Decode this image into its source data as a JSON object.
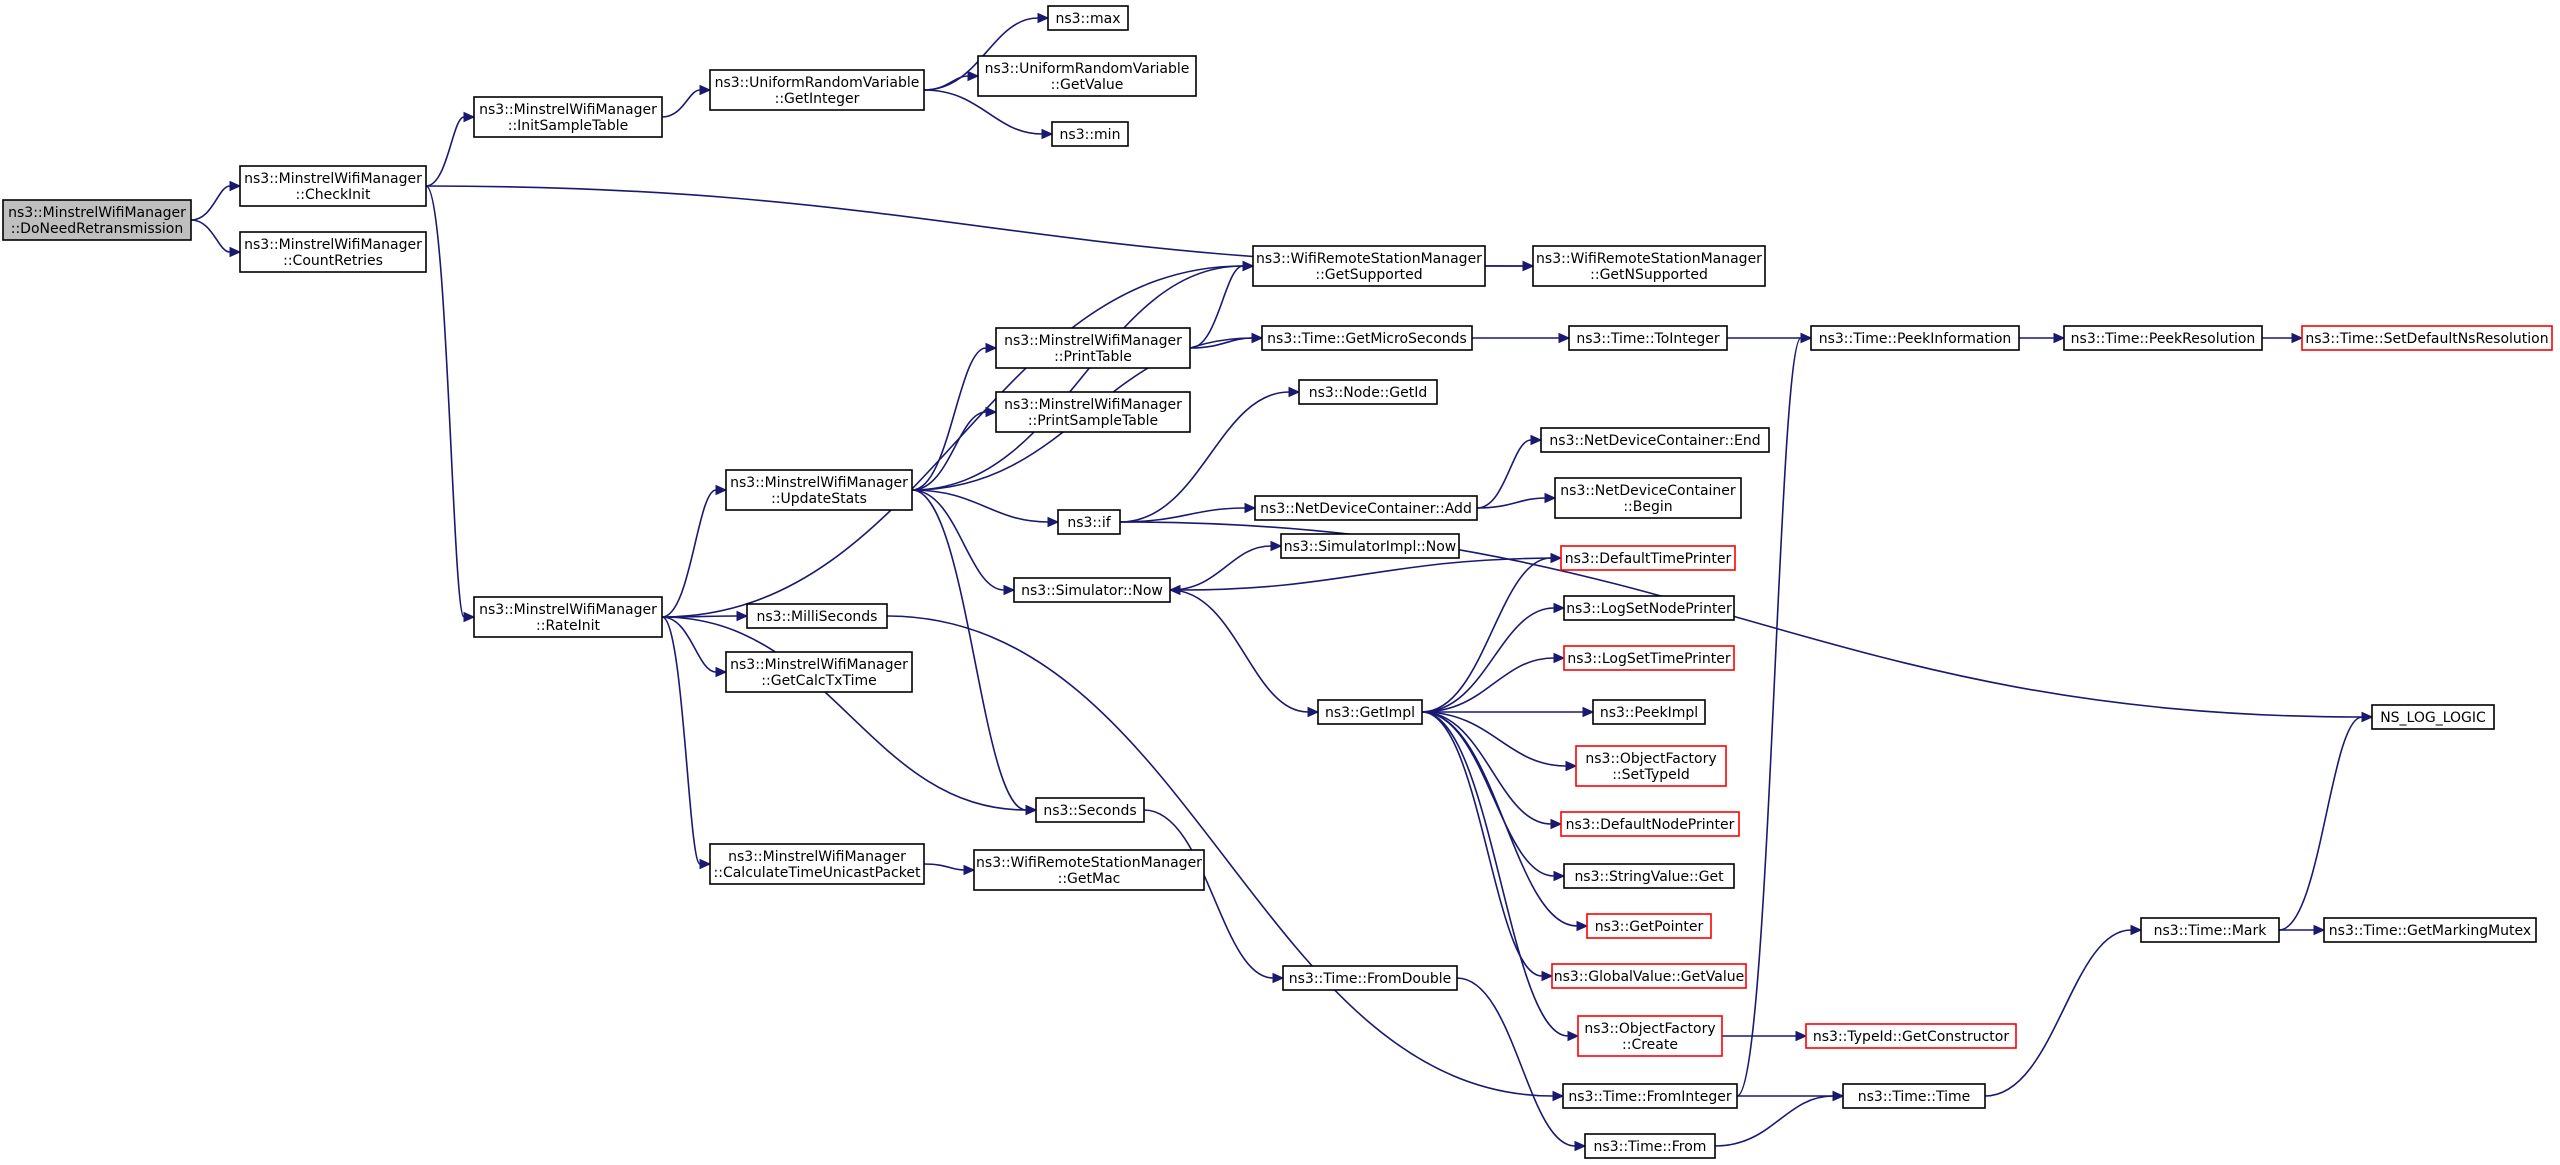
{
  "colors": {
    "edge": "#191970",
    "truncated_border": "#ff0000",
    "root_fill": "#bfbfbf"
  },
  "nodes": [
    {
      "id": "doneed",
      "lines": [
        "ns3::MinstrelWifiManager",
        "::DoNeedRetransmission"
      ],
      "root": true,
      "interactable": true
    },
    {
      "id": "checkinit",
      "lines": [
        "ns3::MinstrelWifiManager",
        "::CheckInit"
      ]
    },
    {
      "id": "countretries",
      "lines": [
        "ns3::MinstrelWifiManager",
        "::CountRetries"
      ]
    },
    {
      "id": "initsample",
      "lines": [
        "ns3::MinstrelWifiManager",
        "::InitSampleTable"
      ]
    },
    {
      "id": "getinteger",
      "lines": [
        "ns3::UniformRandomVariable",
        "::GetInteger"
      ]
    },
    {
      "id": "max",
      "lines": [
        "ns3::max"
      ]
    },
    {
      "id": "getvalue_u",
      "lines": [
        "ns3::UniformRandomVariable",
        "::GetValue"
      ]
    },
    {
      "id": "min",
      "lines": [
        "ns3::min"
      ]
    },
    {
      "id": "getsupported",
      "lines": [
        "ns3::WifiRemoteStationManager",
        "::GetSupported"
      ]
    },
    {
      "id": "getnsupported",
      "lines": [
        "ns3::WifiRemoteStationManager",
        "::GetNSupported"
      ]
    },
    {
      "id": "printtable",
      "lines": [
        "ns3::MinstrelWifiManager",
        "::PrintTable"
      ]
    },
    {
      "id": "getmicro",
      "lines": [
        "ns3::Time::GetMicroSeconds"
      ]
    },
    {
      "id": "tointeger",
      "lines": [
        "ns3::Time::ToInteger"
      ]
    },
    {
      "id": "peekinfo",
      "lines": [
        "ns3::Time::PeekInformation"
      ]
    },
    {
      "id": "peekres",
      "lines": [
        "ns3::Time::PeekResolution"
      ]
    },
    {
      "id": "setdefault",
      "lines": [
        "ns3::Time::SetDefaultNsResolution"
      ],
      "truncated": true
    },
    {
      "id": "printsample",
      "lines": [
        "ns3::MinstrelWifiManager",
        "::PrintSampleTable"
      ]
    },
    {
      "id": "nodegetid",
      "lines": [
        "ns3::Node::GetId"
      ]
    },
    {
      "id": "ndcend",
      "lines": [
        "ns3::NetDeviceContainer::End"
      ]
    },
    {
      "id": "updatestats",
      "lines": [
        "ns3::MinstrelWifiManager",
        "::UpdateStats"
      ]
    },
    {
      "id": "if",
      "lines": [
        "ns3::if"
      ]
    },
    {
      "id": "ndcadd",
      "lines": [
        "ns3::NetDeviceContainer::Add"
      ]
    },
    {
      "id": "ndcbegin",
      "lines": [
        "ns3::NetDeviceContainer",
        "::Begin"
      ]
    },
    {
      "id": "simimplnow",
      "lines": [
        "ns3::SimulatorImpl::Now"
      ]
    },
    {
      "id": "simnow",
      "lines": [
        "ns3::Simulator::Now"
      ]
    },
    {
      "id": "deftimeprinter",
      "lines": [
        "ns3::DefaultTimePrinter"
      ],
      "truncated": true
    },
    {
      "id": "rateinit",
      "lines": [
        "ns3::MinstrelWifiManager",
        "::RateInit"
      ]
    },
    {
      "id": "milli",
      "lines": [
        "ns3::MilliSeconds"
      ]
    },
    {
      "id": "lognode",
      "lines": [
        "ns3::LogSetNodePrinter"
      ]
    },
    {
      "id": "getcalctx",
      "lines": [
        "ns3::MinstrelWifiManager",
        "::GetCalcTxTime"
      ]
    },
    {
      "id": "logtime",
      "lines": [
        "ns3::LogSetTimePrinter"
      ],
      "truncated": true
    },
    {
      "id": "getimpl",
      "lines": [
        "ns3::GetImpl"
      ]
    },
    {
      "id": "peekimpl",
      "lines": [
        "ns3::PeekImpl"
      ]
    },
    {
      "id": "nslog",
      "lines": [
        "NS_LOG_LOGIC"
      ]
    },
    {
      "id": "ofsettype",
      "lines": [
        "ns3::ObjectFactory",
        "::SetTypeId"
      ],
      "truncated": true
    },
    {
      "id": "seconds",
      "lines": [
        "ns3::Seconds"
      ]
    },
    {
      "id": "defnodeprinter",
      "lines": [
        "ns3::DefaultNodePrinter"
      ],
      "truncated": true
    },
    {
      "id": "calctime",
      "lines": [
        "ns3::MinstrelWifiManager",
        "::CalculateTimeUnicastPacket"
      ]
    },
    {
      "id": "getmac",
      "lines": [
        "ns3::WifiRemoteStationManager",
        "::GetMac"
      ]
    },
    {
      "id": "strget",
      "lines": [
        "ns3::StringValue::Get"
      ]
    },
    {
      "id": "getpointer",
      "lines": [
        "ns3::GetPointer"
      ],
      "truncated": true
    },
    {
      "id": "timemark",
      "lines": [
        "ns3::Time::Mark"
      ]
    },
    {
      "id": "getmarking",
      "lines": [
        "ns3::Time::GetMarkingMutex"
      ]
    },
    {
      "id": "fromdouble",
      "lines": [
        "ns3::Time::FromDouble"
      ]
    },
    {
      "id": "gvgetvalue",
      "lines": [
        "ns3::GlobalValue::GetValue"
      ],
      "truncated": true
    },
    {
      "id": "ofcreate",
      "lines": [
        "ns3::ObjectFactory",
        "::Create"
      ],
      "truncated": true
    },
    {
      "id": "getctor",
      "lines": [
        "ns3::TypeId::GetConstructor"
      ],
      "truncated": true
    },
    {
      "id": "frominteger",
      "lines": [
        "ns3::Time::FromInteger"
      ]
    },
    {
      "id": "timetime",
      "lines": [
        "ns3::Time::Time"
      ]
    },
    {
      "id": "timefrom",
      "lines": [
        "ns3::Time::From"
      ]
    }
  ],
  "edges": [
    [
      "doneed",
      "checkinit"
    ],
    [
      "doneed",
      "countretries"
    ],
    [
      "checkinit",
      "initsample"
    ],
    [
      "checkinit",
      "getnsupported"
    ],
    [
      "checkinit",
      "rateinit"
    ],
    [
      "initsample",
      "getinteger"
    ],
    [
      "getinteger",
      "max"
    ],
    [
      "getinteger",
      "getvalue_u"
    ],
    [
      "getinteger",
      "min"
    ],
    [
      "getsupported",
      "getnsupported"
    ],
    [
      "rateinit",
      "getsupported"
    ],
    [
      "rateinit",
      "updatestats"
    ],
    [
      "rateinit",
      "milli"
    ],
    [
      "rateinit",
      "getcalctx"
    ],
    [
      "rateinit",
      "seconds"
    ],
    [
      "rateinit",
      "calctime"
    ],
    [
      "updatestats",
      "getsupported"
    ],
    [
      "updatestats",
      "printtable"
    ],
    [
      "updatestats",
      "printsample"
    ],
    [
      "updatestats",
      "getmicro"
    ],
    [
      "updatestats",
      "if"
    ],
    [
      "updatestats",
      "simnow"
    ],
    [
      "updatestats",
      "seconds"
    ],
    [
      "printtable",
      "getsupported"
    ],
    [
      "printtable",
      "getmicro"
    ],
    [
      "getmicro",
      "tointeger"
    ],
    [
      "tointeger",
      "peekinfo"
    ],
    [
      "peekinfo",
      "peekres"
    ],
    [
      "peekres",
      "setdefault"
    ],
    [
      "if",
      "nodegetid"
    ],
    [
      "if",
      "ndcadd"
    ],
    [
      "if",
      "nslog"
    ],
    [
      "ndcadd",
      "ndcend"
    ],
    [
      "ndcadd",
      "ndcbegin"
    ],
    [
      "simnow",
      "simimplnow"
    ],
    [
      "simnow",
      "getimpl"
    ],
    [
      "deftimeprinter",
      "simnow"
    ],
    [
      "getimpl",
      "deftimeprinter"
    ],
    [
      "getimpl",
      "lognode"
    ],
    [
      "getimpl",
      "logtime"
    ],
    [
      "getimpl",
      "peekimpl"
    ],
    [
      "getimpl",
      "ofsettype"
    ],
    [
      "getimpl",
      "defnodeprinter"
    ],
    [
      "getimpl",
      "strget"
    ],
    [
      "getimpl",
      "getpointer"
    ],
    [
      "getimpl",
      "gvgetvalue"
    ],
    [
      "getimpl",
      "ofcreate"
    ],
    [
      "ofcreate",
      "getctor"
    ],
    [
      "milli",
      "frominteger"
    ],
    [
      "seconds",
      "fromdouble"
    ],
    [
      "calctime",
      "getmac"
    ],
    [
      "frominteger",
      "peekinfo"
    ],
    [
      "frominteger",
      "timetime"
    ],
    [
      "fromdouble",
      "timefrom"
    ],
    [
      "timefrom",
      "timetime"
    ],
    [
      "timetime",
      "timemark"
    ],
    [
      "timemark",
      "getmarking"
    ],
    [
      "timemark",
      "nslog"
    ]
  ]
}
